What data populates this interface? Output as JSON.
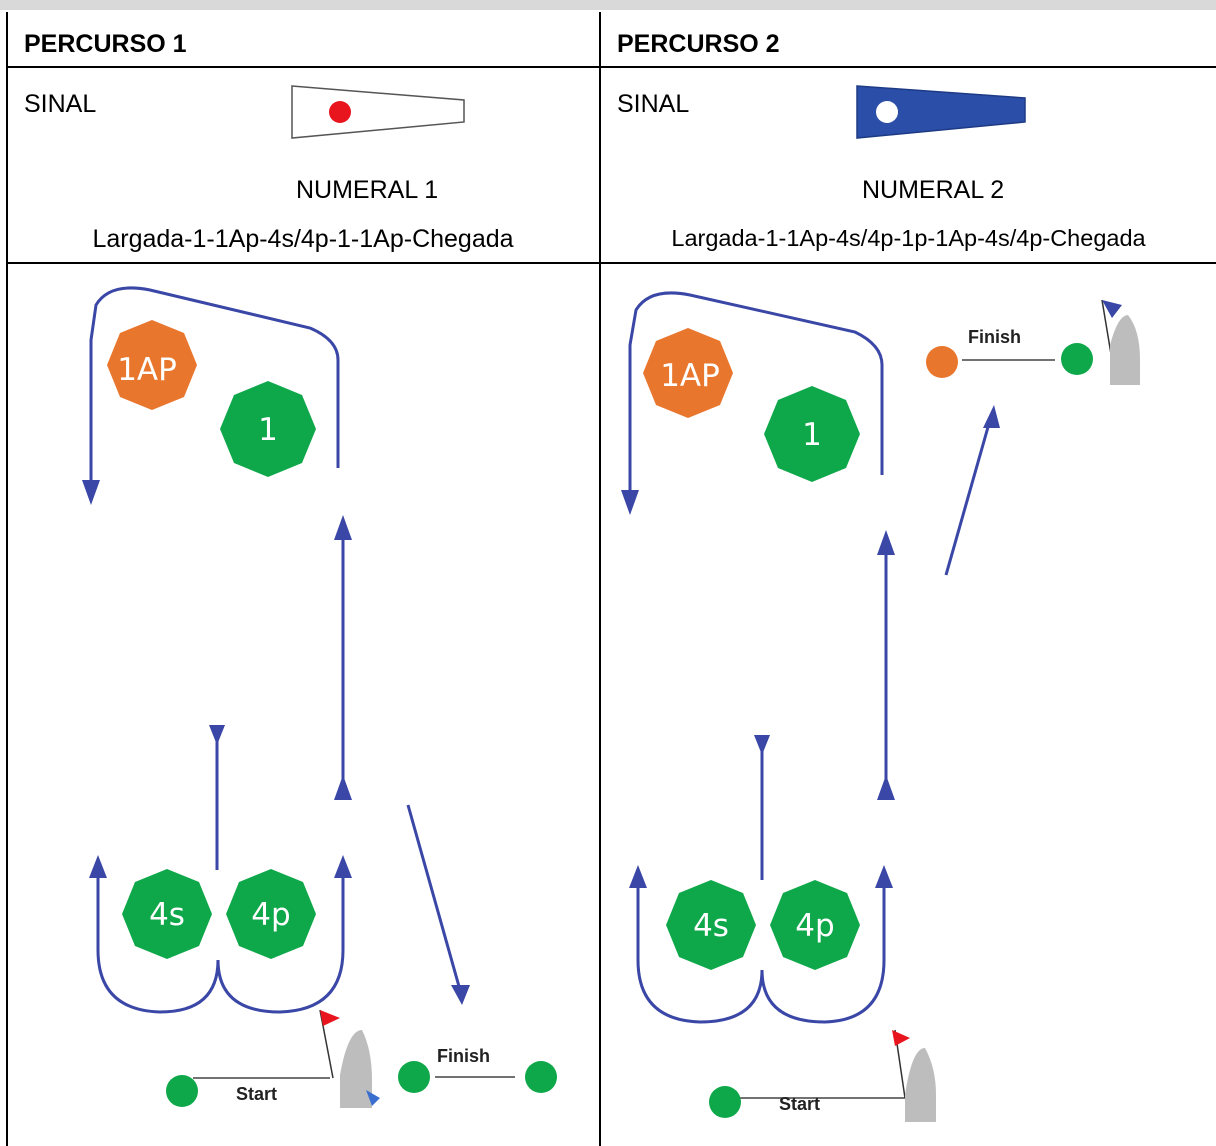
{
  "course1": {
    "title": "PERCURSO 1",
    "signal_label": "SINAL",
    "numeral": "NUMERAL 1",
    "sequence": "Largada-1-1Ap-4s/4p-1-1Ap-Chegada",
    "flag": {
      "background": "#ffffff",
      "dot": "#e8141e"
    },
    "marks": {
      "m1ap": "1AP",
      "m1": "1",
      "m4s": "4s",
      "m4p": "4p"
    },
    "start_label": "Start",
    "finish_label": "Finish"
  },
  "course2": {
    "title": "PERCURSO 2",
    "signal_label": "SINAL",
    "numeral": "NUMERAL 2",
    "sequence": "Largada-1-1Ap-4s/4p-1p-1Ap-4s/4p-Chegada",
    "flag": {
      "background": "#2b4ea8",
      "dot": "#ffffff"
    },
    "marks": {
      "m1ap": "1AP",
      "m1": "1",
      "m4s": "4s",
      "m4p": "4p"
    },
    "start_label": "Start",
    "finish_label": "Finish"
  },
  "colors": {
    "green_mark": "#0ea84a",
    "orange_mark": "#e8762d",
    "course_line": "#3a47a6",
    "boat": "#bdbdbd"
  }
}
